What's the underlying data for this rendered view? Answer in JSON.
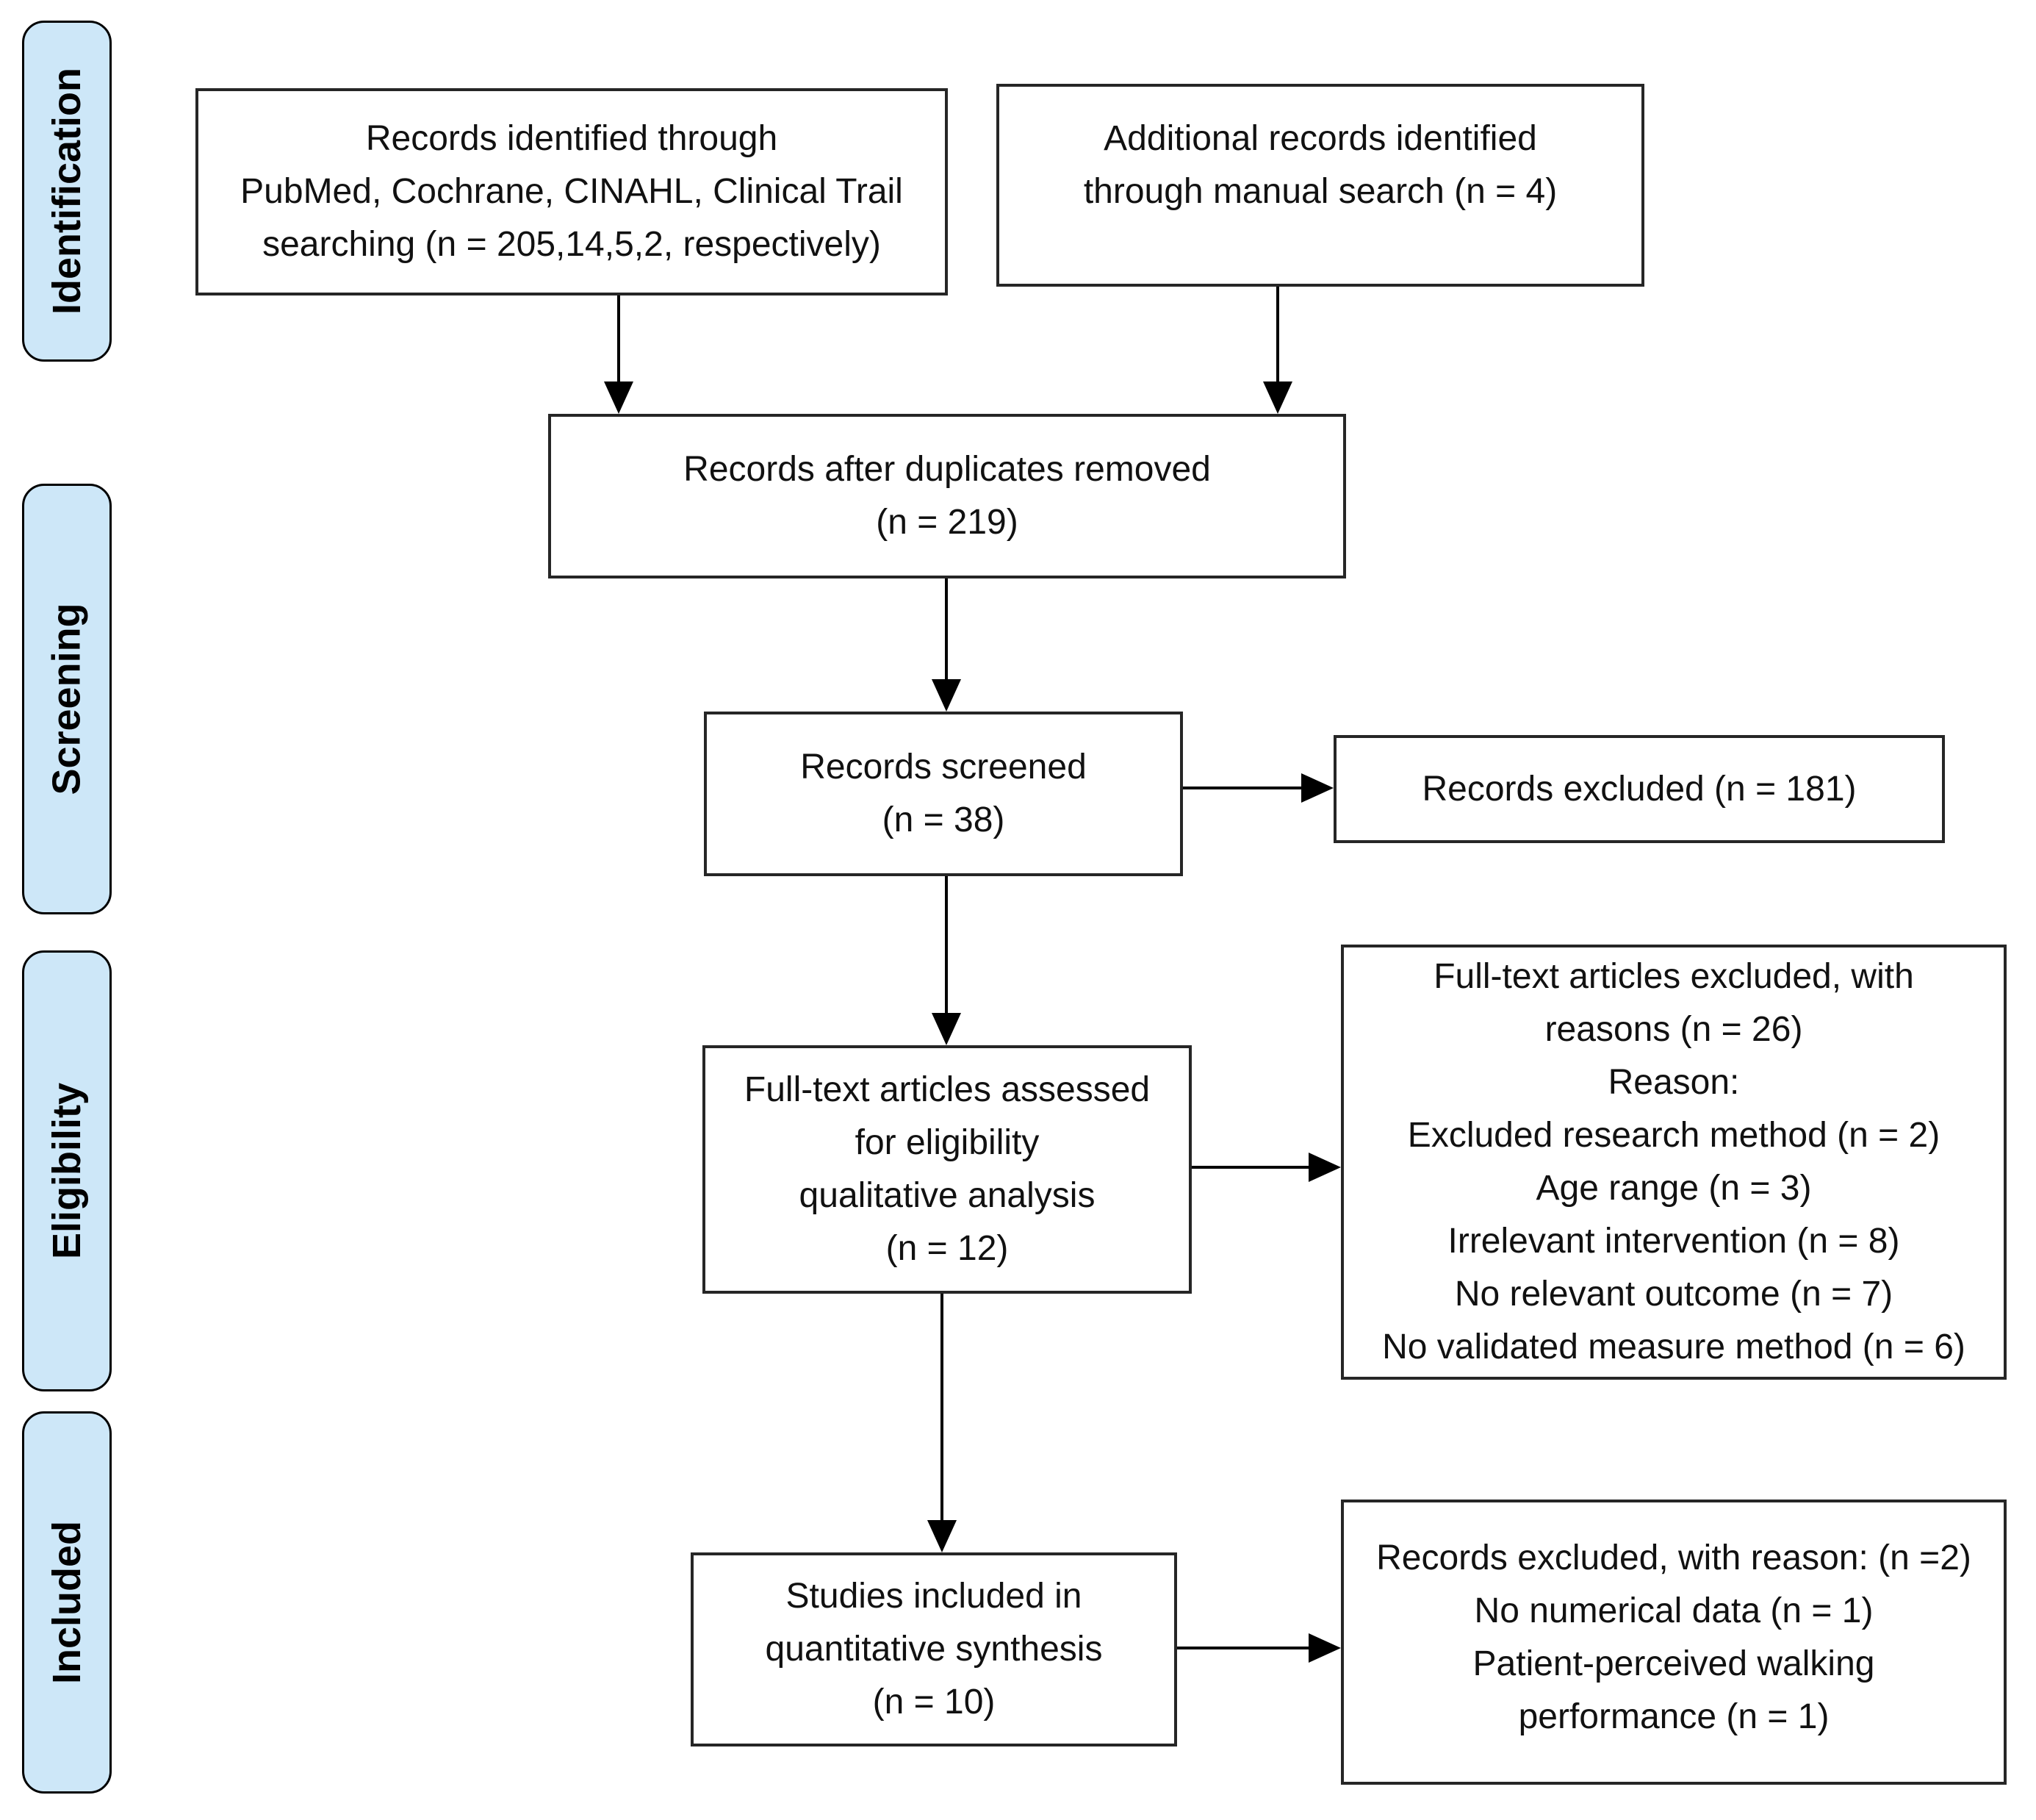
{
  "stages": [
    {
      "label": "Identification"
    },
    {
      "label": "Screening"
    },
    {
      "label": "Eligibility"
    },
    {
      "label": "Included"
    }
  ],
  "boxes": {
    "identified": "Records identified through\nPubMed, Cochrane, CINAHL, Clinical Trail\nsearching (n = 205,14,5,2, respectively)",
    "additional": "Additional records identified\nthrough manual search (n = 4)",
    "deduplicated": "Records after duplicates removed\n(n = 219)",
    "screened": "Records screened\n(n = 38)",
    "screened_excluded": "Records excluded (n = 181)",
    "fulltext": "Full-text articles assessed\nfor eligibility\nqualitative analysis\n(n = 12)",
    "fulltext_excluded": "Full-text articles excluded, with\nreasons (n = 26)\nReason:\nExcluded research method (n = 2)\nAge range (n = 3)\nIrrelevant intervention (n = 8)\nNo relevant outcome (n = 7)\nNo validated measure method (n = 6)",
    "included_quant": "Studies included in\nquantitative synthesis\n(n = 10)",
    "included_excluded": "Records excluded, with reason: (n =2)\nNo numerical data (n = 1)\nPatient-perceived walking\nperformance (n = 1)"
  },
  "colors": {
    "stage_fill": "#cde7f8",
    "stage_border": "#000000",
    "box_border": "#262626",
    "arrow": "#000000",
    "background": "#ffffff"
  }
}
